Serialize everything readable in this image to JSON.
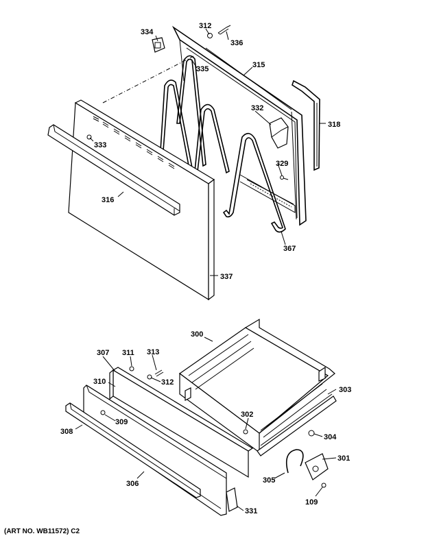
{
  "labels": {
    "l334": "334",
    "l312a": "312",
    "l336": "336",
    "l335": "335",
    "l315": "315",
    "l332": "332",
    "l318": "318",
    "l333": "333",
    "l329": "329",
    "l316": "316",
    "l367": "367",
    "l337": "337",
    "l300": "300",
    "l307": "307",
    "l311": "311",
    "l313": "313",
    "l312b": "312",
    "l310": "310",
    "l303": "303",
    "l302": "302",
    "l309": "309",
    "l308": "308",
    "l304": "304",
    "l301": "301",
    "l305": "305",
    "l306": "306",
    "l331": "331",
    "l109": "109"
  },
  "footer": "(ART NO. WB11572) C2"
}
